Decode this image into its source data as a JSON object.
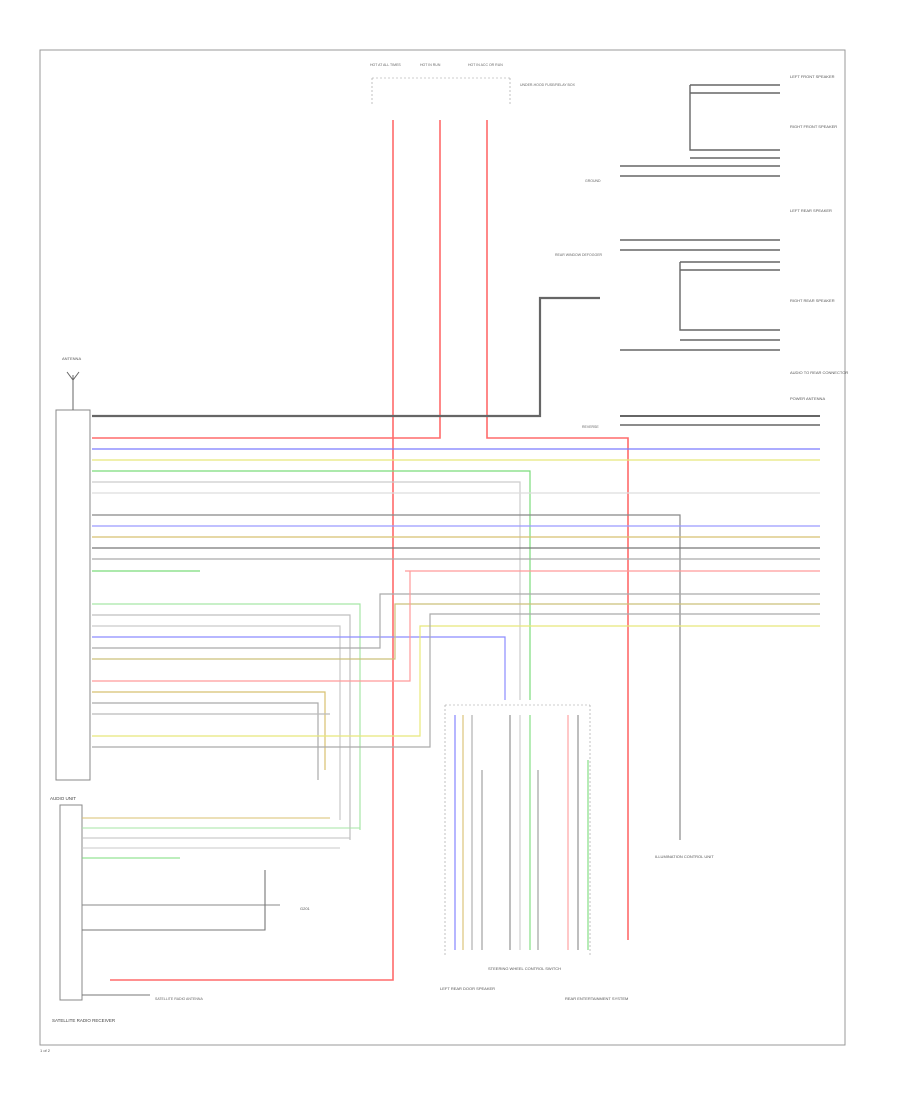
{
  "diagram": {
    "page_number": "1 of 2",
    "left_component": "AUDIO UNIT",
    "left_component_lower": "AUDIO UNIT",
    "antenna_label": "ANTENNA",
    "bottom_left_label": "SATELLITE RADIO RECEIVER",
    "bottom_left_sub": "SATELLITE RADIO ANTENNA",
    "fuse_labels": [
      "HOT AT ALL TIMES",
      "HOT IN RUN",
      "HOT IN ACC OR RUN"
    ],
    "fuse_box_label": "UNDER-HOOD FUSE/RELAY BOX",
    "right_components": [
      "LEFT FRONT SPEAKER",
      "RIGHT FRONT SPEAKER",
      "LEFT REAR SPEAKER",
      "RIGHT REAR SPEAKER",
      "AUDIO TO REAR CONNECTOR",
      "POWER ANTENNA"
    ],
    "right_side_labels": [
      "GROUND",
      "REVERSE",
      "REAR WINDOW DEFOGGER"
    ],
    "bottom_components": [
      "LEFT REAR DOOR SPEAKER",
      "STEERING WHEEL CONTROL SWITCH",
      "REAR ENTERTAINMENT SYSTEM"
    ],
    "ground_label": "G201",
    "side_note": "ILLUMINATION CONTROL UNIT"
  }
}
